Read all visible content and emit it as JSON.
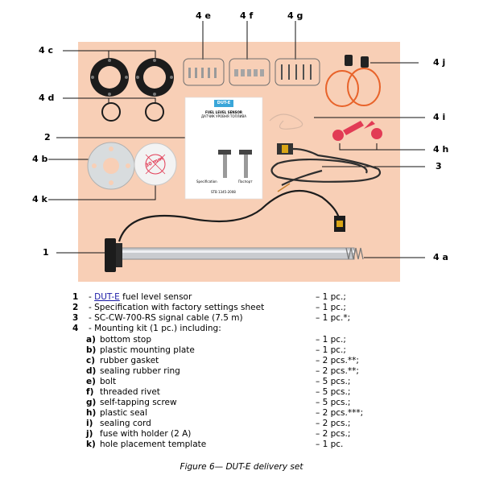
{
  "callouts": {
    "c4e": "4 e",
    "c4f": "4 f",
    "c4g": "4 g",
    "c4c": "4 c",
    "c4j": "4 j",
    "c4d": "4 d",
    "c2": "2",
    "c4i": "4 i",
    "c4h": "4 h",
    "c4b": "4 b",
    "c3": "3",
    "c4k": "4 k",
    "c1": "1",
    "c4a": "4 a"
  },
  "sheet": {
    "brand": "DUT-E",
    "title_line1": "FUEL LEVEL SENSOR",
    "title_line2": "ДАТЧИК УРОВНЯ ТОПЛИВА",
    "left_label": "Specification",
    "right_label": "Паспорт",
    "stamp_text": "STB 1345-2008",
    "template_text": "30 mm"
  },
  "items": [
    {
      "num": "1",
      "prefix": "- ",
      "link": "DUT-E",
      "text": " fuel level sensor",
      "qty": "– 1 pc.;"
    },
    {
      "num": "2",
      "prefix": "- ",
      "text": "Specification with factory settings sheet",
      "qty": "– 1 pc.;"
    },
    {
      "num": "3",
      "prefix": "- ",
      "text": "SC-CW-700-RS signal cable (7.5 m)",
      "qty": "– 1 pc.*;"
    },
    {
      "num": "4",
      "prefix": "- ",
      "text": "Mounting kit (1 pc.) including:",
      "qty": ""
    }
  ],
  "subitems": [
    {
      "letter": "a)",
      "text": "bottom stop",
      "qty": "– 1 pc.;"
    },
    {
      "letter": "b)",
      "text": "plastic mounting plate",
      "qty": "– 1 pc.;"
    },
    {
      "letter": "c)",
      "text": "rubber gasket",
      "qty": "– 2 pcs.**;"
    },
    {
      "letter": "d)",
      "text": "sealing rubber ring",
      "qty": "– 2 pcs.**;"
    },
    {
      "letter": "e)",
      "text": "bolt",
      "qty": "– 5 pcs.;"
    },
    {
      "letter": "f)",
      "text": "threaded rivet",
      "qty": "– 5 pcs.;"
    },
    {
      "letter": "g)",
      "text": "self-tapping screw",
      "qty": "– 5 pcs.;"
    },
    {
      "letter": "h)",
      "text": "plastic seal",
      "qty": "– 2 pcs.***;"
    },
    {
      "letter": "i)",
      "text": "sealing cord",
      "qty": "– 2 pcs.;"
    },
    {
      "letter": "j)",
      "text": "fuse with holder (2 A)",
      "qty": "– 2 pcs.;"
    },
    {
      "letter": "k)",
      "text": "hole placement template",
      "qty": "– 1 pc."
    }
  ],
  "caption": "Figure 6— DUT-E delivery set",
  "colors": {
    "panel": "#f8cfb6",
    "fuse": "#e8632a",
    "seal": "#e23b55",
    "link": "#1a1aa6"
  }
}
